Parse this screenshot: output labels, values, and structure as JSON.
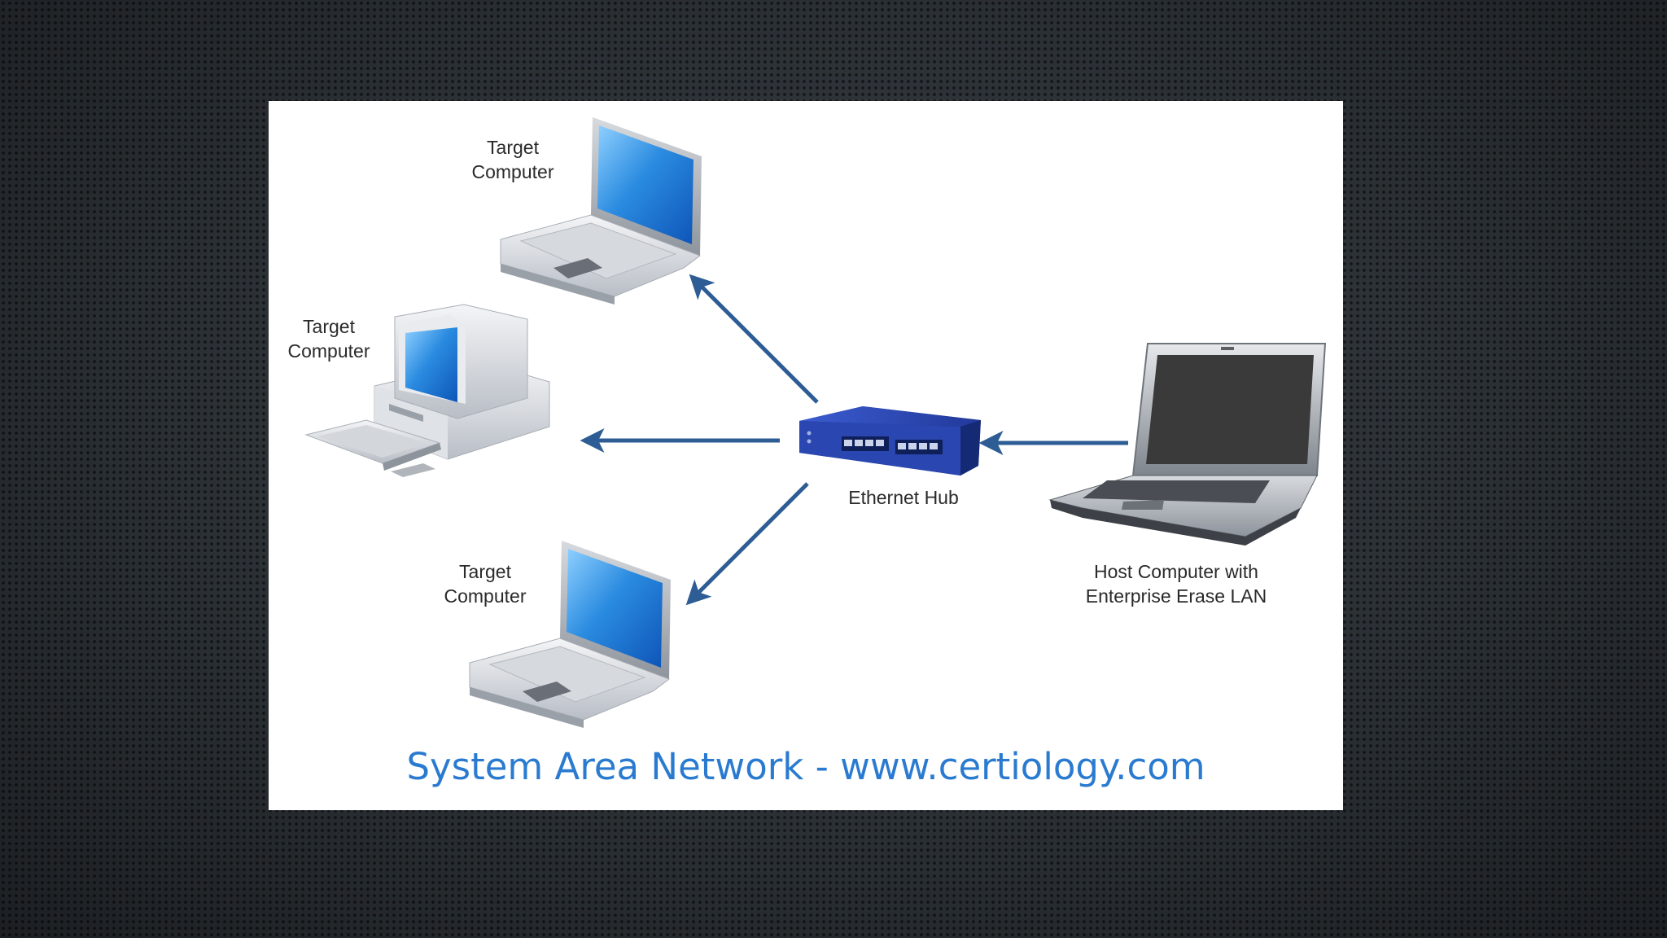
{
  "diagram": {
    "nodes": {
      "target_top": {
        "line1": "Target",
        "line2": "Computer"
      },
      "target_middle": {
        "line1": "Target",
        "line2": "Computer"
      },
      "target_bottom": {
        "line1": "Target",
        "line2": "Computer"
      },
      "hub": {
        "label": "Ethernet Hub"
      },
      "host": {
        "line1": "Host Computer with",
        "line2": "Enterprise Erase LAN"
      }
    },
    "caption": "System Area Network  - www.certiology.com",
    "colors": {
      "arrow": "#2d5d94",
      "caption": "#2a7bd0",
      "hub_body": "#2a46b0",
      "screen_blue": "#2a8be0",
      "host_screen": "#3a3a3a"
    }
  }
}
